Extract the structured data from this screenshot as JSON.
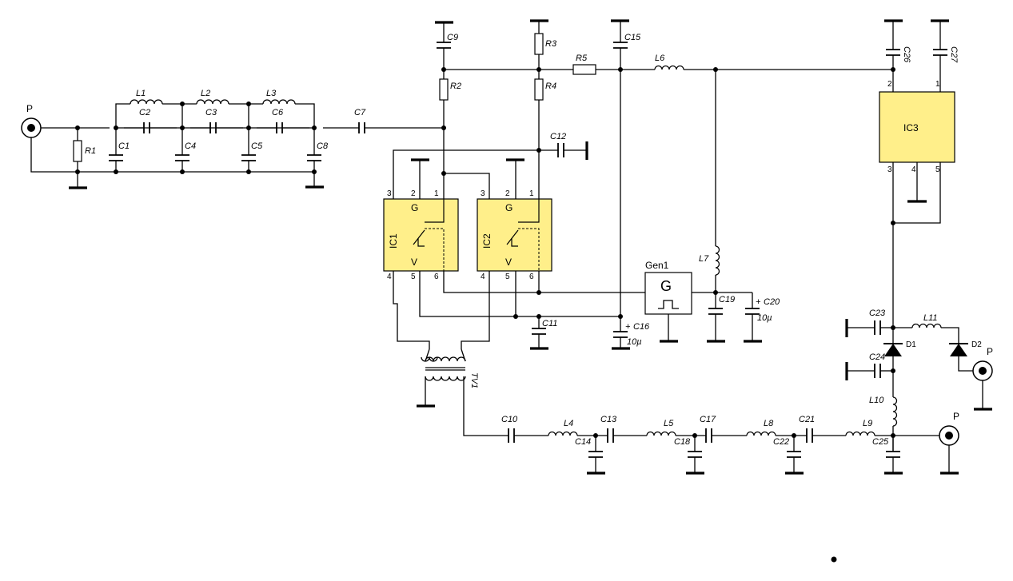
{
  "ports": {
    "p1": "P",
    "p2": "P",
    "p3": "P"
  },
  "resistors": {
    "r1": "R1",
    "r2": "R2",
    "r3": "R3",
    "r4": "R4",
    "r5": "R5"
  },
  "capacitors": {
    "c1": "C1",
    "c2": "C2",
    "c3": "C3",
    "c4": "C4",
    "c5": "C5",
    "c6": "C6",
    "c7": "C7",
    "c8": "C8",
    "c9": "C9",
    "c10": "C10",
    "c11": "C11",
    "c12": "C12",
    "c13": "C13",
    "c14": "C14",
    "c15": "C15",
    "c16": "C16",
    "c17": "C17",
    "c18": "C18",
    "c19": "C19",
    "c20": "C20",
    "c21": "C21",
    "c22": "C22",
    "c23": "C23",
    "c24": "C24",
    "c25": "C25",
    "c26": "C26",
    "c27": "C27"
  },
  "inductors": {
    "l1": "L1",
    "l2": "L2",
    "l3": "L3",
    "l4": "L4",
    "l5": "L5",
    "l6": "L6",
    "l7": "L7",
    "l8": "L8",
    "l9": "L9",
    "l10": "L10",
    "l11": "L11"
  },
  "values": {
    "c16": "10µ",
    "c20": "10µ"
  },
  "polarity": "+",
  "chips": {
    "ic1": {
      "name": "IC1",
      "g": "G",
      "v": "V",
      "pins": [
        "1",
        "2",
        "3",
        "4",
        "5",
        "6"
      ]
    },
    "ic2": {
      "name": "IC2",
      "g": "G",
      "v": "V",
      "pins": [
        "1",
        "2",
        "3",
        "4",
        "5",
        "6"
      ]
    },
    "ic3": {
      "name": "IC3",
      "pins": [
        "1",
        "2",
        "3",
        "4",
        "5"
      ]
    }
  },
  "generator": {
    "name": "Gen1",
    "symbol": "G"
  },
  "transformer": "TV1",
  "diodes": {
    "d1": "D1",
    "d2": "D2"
  },
  "colors": {
    "ic_fill": "#ffef8a",
    "wire": "#000000"
  }
}
